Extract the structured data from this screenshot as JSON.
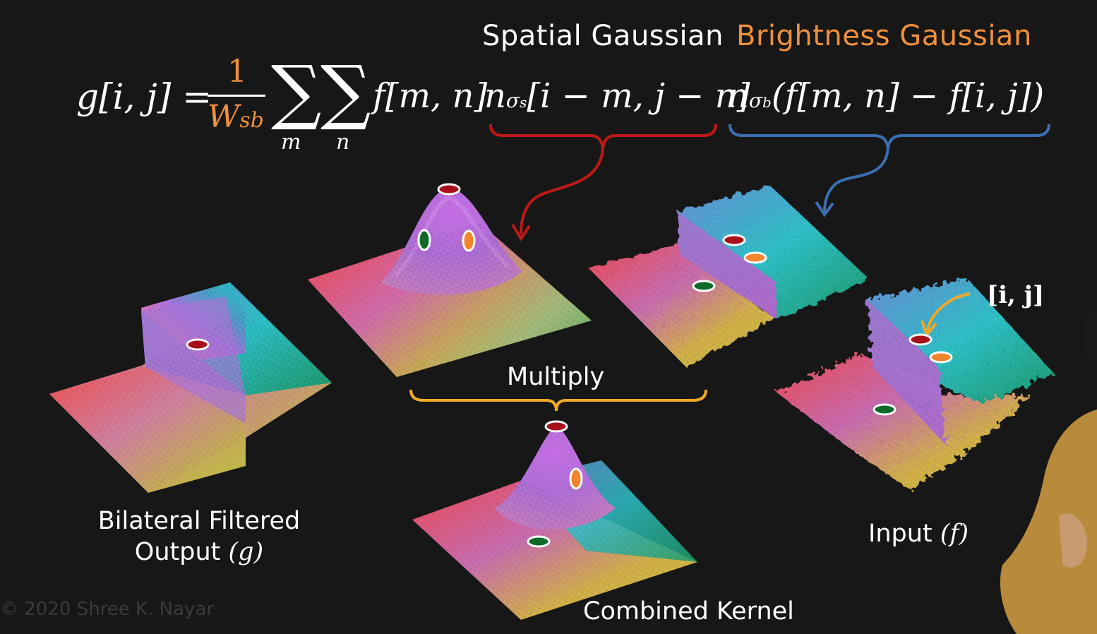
{
  "headers": {
    "spatial": "Spatial Gaussian",
    "brightness": "Brightness Gaussian"
  },
  "equation": {
    "lhs": "g[i, j] =",
    "frac_num": "1",
    "frac_den_W": "W",
    "frac_den_sub": "sb",
    "sum_m": "m",
    "sum_n": "n",
    "f_mn": "f[m, n]",
    "n_spatial": "n",
    "sigma_s": "σ",
    "sigma_s_sub": "s",
    "spatial_args": "[i − m, j − n]",
    "n_bright": "n",
    "sigma_b": "σ",
    "sigma_b_sub": "b",
    "bright_args": "(f[m, n] − f[i, j])"
  },
  "labels": {
    "multiply": "Multiply",
    "output_line1": "Bilateral Filtered",
    "output_line2": "Output",
    "output_var": "(g)",
    "input_word": "Input",
    "input_var": "(f)",
    "kernel": "Combined Kernel",
    "ij": "[i, j]"
  },
  "watermark": "© 2020 Shree K. Nayar",
  "colors": {
    "orange": "#f0903c",
    "red_brace": "#c01818",
    "blue_brace": "#3b6fb2",
    "yellow_brace": "#f0a928",
    "marker_red": "#a8101a",
    "marker_green": "#0f6a2a",
    "marker_orange": "#f0852c"
  }
}
